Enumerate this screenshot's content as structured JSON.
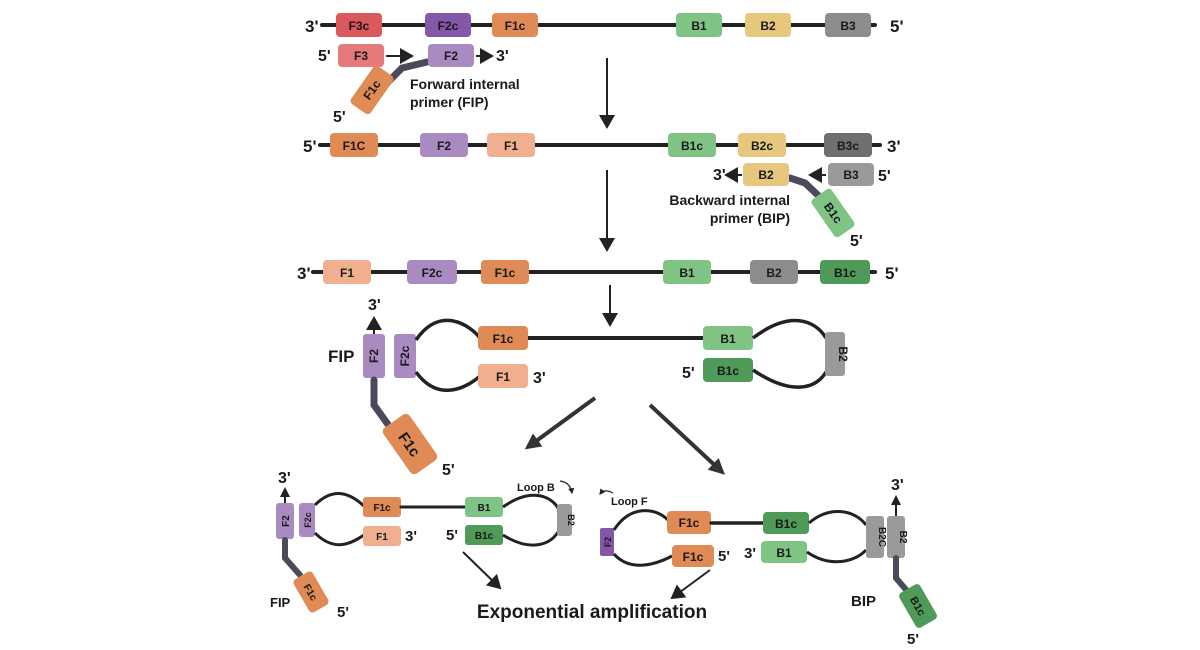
{
  "colors": {
    "F3c": "#d9595c",
    "F3": "#e57a7a",
    "F2": "#a98bc2",
    "F2c_dark": "#8557a8",
    "F1": "#f0b08f",
    "F1c": "#e08a55",
    "B1": "#7fc485",
    "B1c": "#4f9a58",
    "B2": "#e6c77d",
    "B3": "#8c8c8c",
    "B3c": "#6f6f6f",
    "B2grey": "#9a9a9a"
  },
  "row1": {
    "left_end": "3'",
    "right_end": "5'",
    "segments": [
      "F3c",
      "F2c",
      "F1c",
      "B1",
      "B2",
      "B3"
    ]
  },
  "fip_primer": {
    "five_prime": "5'",
    "f3": "F3",
    "f2": "F2",
    "three_prime": "3'",
    "f1c": "F1c",
    "f1c_end": "5'",
    "label_line1": "Forward internal",
    "label_line2": "primer (FIP)"
  },
  "row2": {
    "left_end": "5'",
    "right_end": "3'",
    "segments": [
      "F1C",
      "F2",
      "F1",
      "B1c",
      "B2c",
      "B3c"
    ]
  },
  "bip_primer": {
    "three_prime": "3'",
    "b2": "B2",
    "b3": "B3",
    "b3_end": "5'",
    "b1c": "B1c",
    "b1c_end": "5'",
    "label_line1": "Backward internal",
    "label_line2": "primer (BIP)"
  },
  "row3": {
    "left_end": "3'",
    "right_end": "5'",
    "segments": [
      "F1",
      "F2c",
      "F1c",
      "B1",
      "B2",
      "B1c"
    ]
  },
  "dumbbell": {
    "fip_label": "FIP",
    "f2": "F2",
    "f2_top": "3'",
    "f2c": "F2c",
    "f1c_top": "F1c",
    "f1_bottom": "F1",
    "f1_end": "3'",
    "b1_top": "B1",
    "b1c_bottom": "B1c",
    "b1c_end": "5'",
    "b2": "B2",
    "f1c_tail": "F1c",
    "f1c_tail_end": "5'"
  },
  "left_structure": {
    "f2": "F2",
    "f2_top": "3'",
    "f2c": "F2c",
    "f1c": "F1c",
    "f1": "F1",
    "f1_end": "3'",
    "b1": "B1",
    "b1c": "B1c",
    "b1c_end": "5'",
    "b2": "B2",
    "loop_label": "Loop B",
    "fip_label": "FIP",
    "f1c_tail": "F1c",
    "f1c_tail_end": "5'"
  },
  "right_structure": {
    "loop_label": "Loop F",
    "f2": "F2",
    "f1c_top": "F1c",
    "f1c_bottom": "F1c",
    "f1c_end": "5'",
    "b1c": "B1c",
    "b1": "B1",
    "b1_end": "3'",
    "b2c": "B2C",
    "b2": "B2",
    "b2_top": "3'",
    "bip_label": "BIP",
    "b1c_tail": "B1c",
    "b1c_tail_end": "5'"
  },
  "footer": {
    "amplification": "Exponential amplification"
  }
}
